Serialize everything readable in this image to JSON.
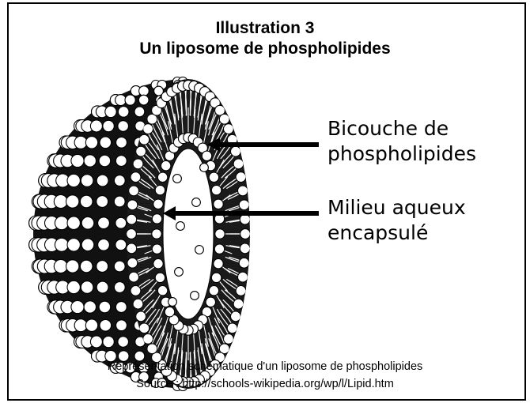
{
  "header": {
    "title_line1": "Illustration 3",
    "title_line2": "Un liposome de phospholipides"
  },
  "labels": {
    "bilayer_line1": "Bicouche  de",
    "bilayer_line2": "phospholipides",
    "aqueous_line1": "Milieu aqueux",
    "aqueous_line2": "encapsulé"
  },
  "caption": {
    "line1": "Représentation schématique d'un liposome de phospholipides",
    "line2": "Source : http://schools-wikipedia.org/wp/l/Lipid.htm"
  },
  "colors": {
    "outline": "#000000",
    "head_fill": "#ffffff",
    "tail": "#000000"
  }
}
